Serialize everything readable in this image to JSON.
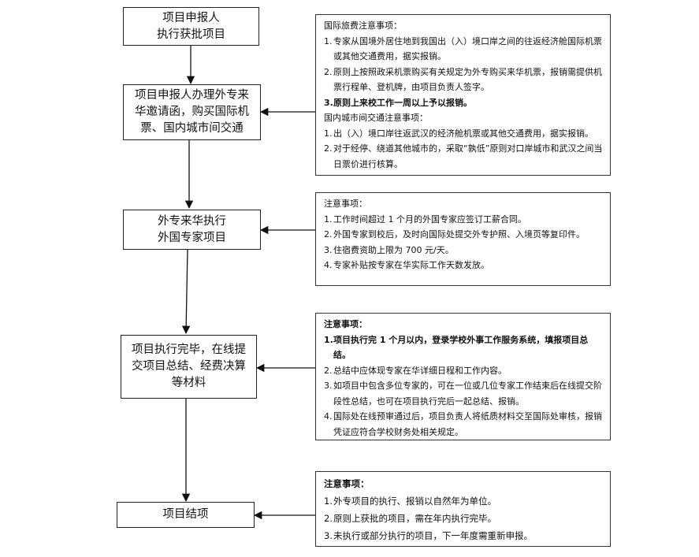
{
  "steps": [
    {
      "lines": [
        "项目申报人",
        "执行获批项目"
      ]
    },
    {
      "lines": [
        "项目申报人办理外专来",
        "华邀请函，购买国际机",
        "票、国内城市间交通"
      ]
    },
    {
      "lines": [
        "外专来华执行",
        "外国专家项目"
      ]
    },
    {
      "lines": [
        "项目执行完毕，在线提",
        "交项目总结、经费决算",
        "等材料"
      ]
    },
    {
      "lines": [
        "项目结项"
      ]
    }
  ],
  "notes": {
    "travel": {
      "intl_title": "国际旅费注意事项：",
      "intl_items": [
        {
          "num": "1.",
          "text": "专家从国境外居住地到我国出（入）境口岸之间的往返经济舱国际机票或其他交通费用，据实报销。"
        },
        {
          "num": "2.",
          "text": "原则上按照政采机票购买有关规定为外专购买来华机票，报销需提供机票行程单、登机牌，由项目负责人签字。"
        },
        {
          "num": "3.",
          "text": "原则上来校工作一周以上予以报销。"
        }
      ],
      "domestic_title": "国内城市间交通注意事项：",
      "domestic_items": [
        {
          "num": "1.",
          "text": "出（入）境口岸往返武汉的经济舱机票或其他交通费用，据实报销。"
        },
        {
          "num": "2.",
          "text": "对于经停、绕道其他城市的，采取“孰低”原则对口岸城市和武汉之间当日票价进行核算。"
        }
      ]
    },
    "visit": {
      "title": "注意事项：",
      "items": [
        {
          "num": "1.",
          "text": "工作时间超过 1 个月的外国专家应签订工薪合同。"
        },
        {
          "num": "2.",
          "text": "外国专家到校后，及时向国际处提交外专护照、入境页等复印件。"
        },
        {
          "num": "3.",
          "text": "住宿费资助上限为 700 元/天。"
        },
        {
          "num": "4.",
          "text": "专家补贴按专家在华实际工作天数发放。"
        }
      ]
    },
    "summary": {
      "title": "注意事项：",
      "items": [
        {
          "num": "1.",
          "text": "项目执行完 1 个月以内，登录学校外事工作服务系统，填报项目总结。"
        },
        {
          "num": "2.",
          "text": "总结中应体现专家在华详细日程和工作内容。"
        },
        {
          "num": "3.",
          "text": "如项目中包含多位专家的，可在一位或几位专家工作结束后在线提交阶段性总结，也可在项目执行完后一起总结、报销。"
        },
        {
          "num": "4.",
          "text": "国际处在线预审通过后，项目负责人将纸质材料交至国际处审核，报销凭证应符合学校财务处相关规定。"
        }
      ]
    },
    "closing": {
      "title": "注意事项：",
      "items": [
        {
          "num": "1.",
          "text": "外专项目的执行、报销以自然年为单位。"
        },
        {
          "num": "2.",
          "text": "原则上获批的项目，需在年内执行完毕。"
        },
        {
          "num": "3.",
          "text": "未执行或部分执行的项目，下一年度需重新申报。"
        }
      ]
    }
  }
}
